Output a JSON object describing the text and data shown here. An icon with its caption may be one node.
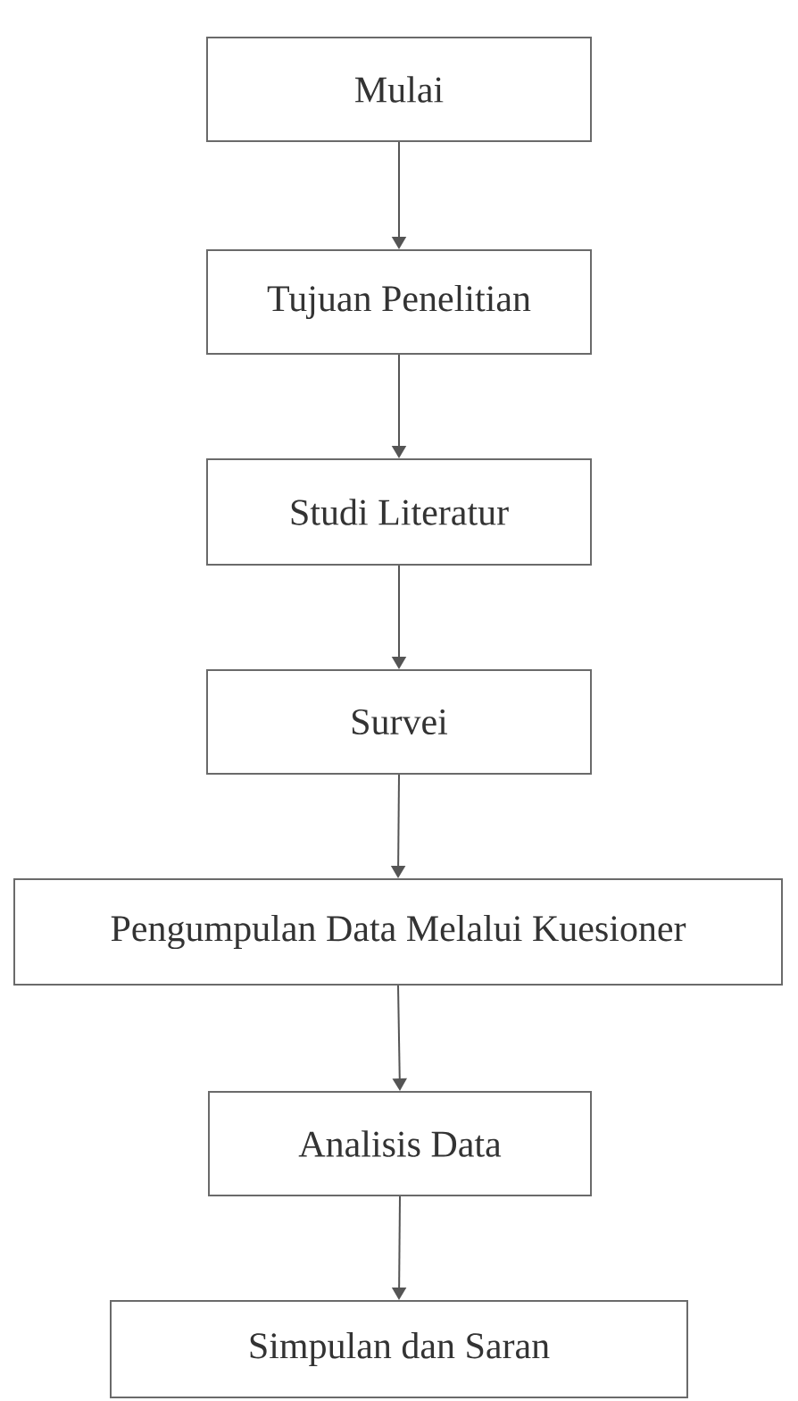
{
  "diagram": {
    "nodes": [
      {
        "text": [
          "Mulai"
        ]
      },
      {
        "text": [
          "Tujuan Penelitian"
        ]
      },
      {
        "text": [
          "Studi Literatur"
        ]
      },
      {
        "text": [
          "Survei"
        ]
      },
      {
        "text": [
          "Pengumpulan Data Melalui Kuesioner"
        ]
      },
      {
        "text": [
          "Analisis Data"
        ]
      },
      {
        "text": [
          "Simpulan dan Saran"
        ]
      }
    ],
    "edges": [
      {
        "from": 0,
        "to": 1,
        "arrow": "to"
      },
      {
        "from": 1,
        "to": 2,
        "arrow": "to"
      },
      {
        "from": 2,
        "to": 3,
        "arrow": "to"
      },
      {
        "from": 3,
        "to": 4,
        "arrow": "to"
      },
      {
        "from": 4,
        "to": 5,
        "arrow": "to"
      },
      {
        "from": 5,
        "to": 6,
        "arrow": "to"
      }
    ]
  }
}
